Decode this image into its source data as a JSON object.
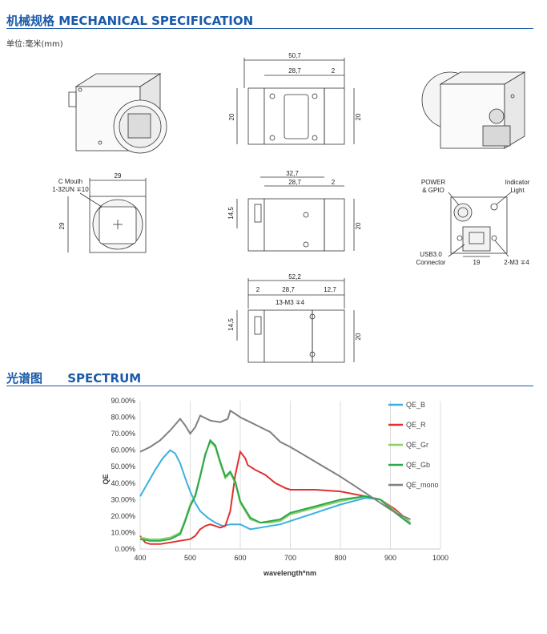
{
  "sections": {
    "mechanical_title": "机械规格 MECHANICAL SPECIFICATION",
    "unit_label": "单位:毫米(mm)",
    "spectrum_title_cn": "光谱图",
    "spectrum_title_en": "SPECTRUM"
  },
  "dims": {
    "top_total": "50,7",
    "top_body": "28,7",
    "top_lens": "2",
    "top_left_h": "20",
    "top_right_h": "20",
    "front_w": "29",
    "front_h": "29",
    "c_mouth_1": "C Mouth",
    "c_mouth_2": "1-32UN ∓10",
    "mid_total": "32,7",
    "mid_body": "28,7",
    "mid_lens": "2",
    "mid_left_h": "14,5",
    "mid_right_h": "20",
    "bot_total": "52,2",
    "bot_a": "2",
    "bot_body": "28,7",
    "bot_c": "12,7",
    "bot_note": "13-M3 ∓4",
    "bot_left_h": "14,5",
    "bot_right_h": "20",
    "power_1": "POWER",
    "power_2": "& GPIO",
    "indicator_1": "Indicator",
    "indicator_2": "Light",
    "usb_1": "USB3.0",
    "usb_2": "Connector",
    "usb_w": "19",
    "m3": "2-M3 ∓4"
  },
  "chart_data": {
    "type": "line",
    "xlabel": "wavelength*nm",
    "ylabel": "QE",
    "xlim": [
      400,
      1000
    ],
    "ylim": [
      0,
      90
    ],
    "x_ticks": [
      400,
      500,
      600,
      700,
      800,
      900,
      1000
    ],
    "x_tick_labels": [
      "400",
      "500",
      "600",
      "700",
      "800",
      "900",
      "1000"
    ],
    "y_ticks": [
      0,
      10,
      20,
      30,
      40,
      50,
      60,
      70,
      80,
      90
    ],
    "y_tick_labels": [
      "0.00%",
      "10.00%",
      "20.00%",
      "30.00%",
      "40.00%",
      "50.00%",
      "60.00%",
      "70.00%",
      "80.00%",
      "90.00%"
    ],
    "grid": "vertical",
    "legend": "right",
    "series": [
      {
        "name": "QE_B",
        "color": "#3bb0e0",
        "x": [
          400,
          415,
          430,
          445,
          460,
          470,
          480,
          490,
          500,
          510,
          520,
          535,
          550,
          565,
          580,
          600,
          620,
          640,
          660,
          680,
          700,
          750,
          800,
          850,
          880,
          910,
          940
        ],
        "y": [
          32,
          40,
          48,
          55,
          60,
          58,
          52,
          43,
          35,
          28,
          23,
          19,
          16,
          14,
          15,
          15,
          12,
          13,
          14,
          15,
          17,
          22,
          27,
          31,
          30,
          22,
          15
        ]
      },
      {
        "name": "QE_R",
        "color": "#e03030",
        "x": [
          400,
          410,
          420,
          440,
          460,
          480,
          500,
          510,
          520,
          530,
          540,
          550,
          560,
          570,
          580,
          590,
          600,
          610,
          615,
          630,
          650,
          670,
          690,
          700,
          750,
          800,
          850,
          880,
          910,
          940
        ],
        "y": [
          8,
          4,
          3,
          3,
          4,
          5,
          6,
          8,
          12,
          14,
          15,
          14,
          13,
          14,
          23,
          45,
          59,
          55,
          51,
          48,
          45,
          40,
          37,
          36,
          36,
          35,
          32,
          30,
          24,
          16
        ]
      },
      {
        "name": "QE_Gr",
        "color": "#8dd068",
        "x": [
          400,
          420,
          440,
          460,
          480,
          490,
          500,
          510,
          520,
          530,
          540,
          550,
          560,
          570,
          580,
          590,
          600,
          620,
          640,
          660,
          680,
          700,
          750,
          800,
          850,
          880,
          910,
          940
        ],
        "y": [
          7,
          6,
          6,
          7,
          10,
          18,
          27,
          33,
          45,
          58,
          65,
          62,
          52,
          43,
          46,
          40,
          28,
          18,
          16,
          16,
          17,
          21,
          25,
          29,
          32,
          30,
          23,
          16
        ]
      },
      {
        "name": "QE_Gb",
        "color": "#2aa84a",
        "x": [
          400,
          420,
          440,
          460,
          480,
          490,
          500,
          510,
          520,
          530,
          540,
          550,
          560,
          570,
          580,
          590,
          600,
          620,
          640,
          660,
          680,
          700,
          750,
          800,
          850,
          880,
          910,
          940
        ],
        "y": [
          6,
          5,
          5,
          6,
          9,
          17,
          26,
          32,
          44,
          57,
          66,
          63,
          53,
          44,
          47,
          41,
          29,
          19,
          16,
          17,
          18,
          22,
          26,
          30,
          32,
          30,
          22,
          15
        ]
      },
      {
        "name": "QE_mono",
        "color": "#808080",
        "x": [
          400,
          420,
          440,
          460,
          480,
          490,
          500,
          510,
          520,
          540,
          560,
          575,
          580,
          590,
          600,
          620,
          640,
          660,
          680,
          700,
          750,
          800,
          850,
          880,
          910,
          940
        ],
        "y": [
          59,
          62,
          66,
          72,
          79,
          75,
          70,
          74,
          81,
          78,
          77,
          79,
          84,
          82,
          80,
          77,
          74,
          71,
          65,
          62,
          53,
          44,
          34,
          28,
          22,
          18
        ]
      }
    ]
  }
}
